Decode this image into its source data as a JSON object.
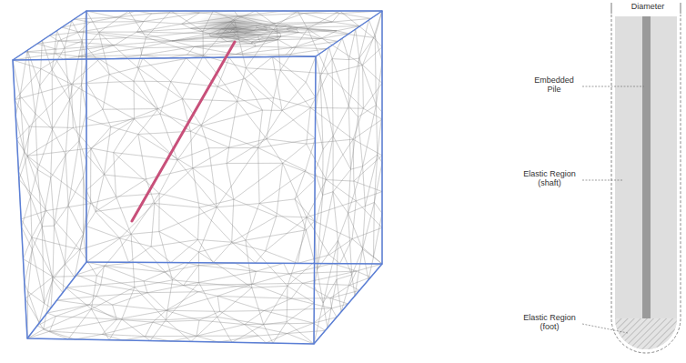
{
  "diagram": {
    "labels": [
      "Diameter",
      "Embedded Pile",
      "Elastic Region (shaft)",
      "Elastic Region (foot)"
    ]
  }
}
